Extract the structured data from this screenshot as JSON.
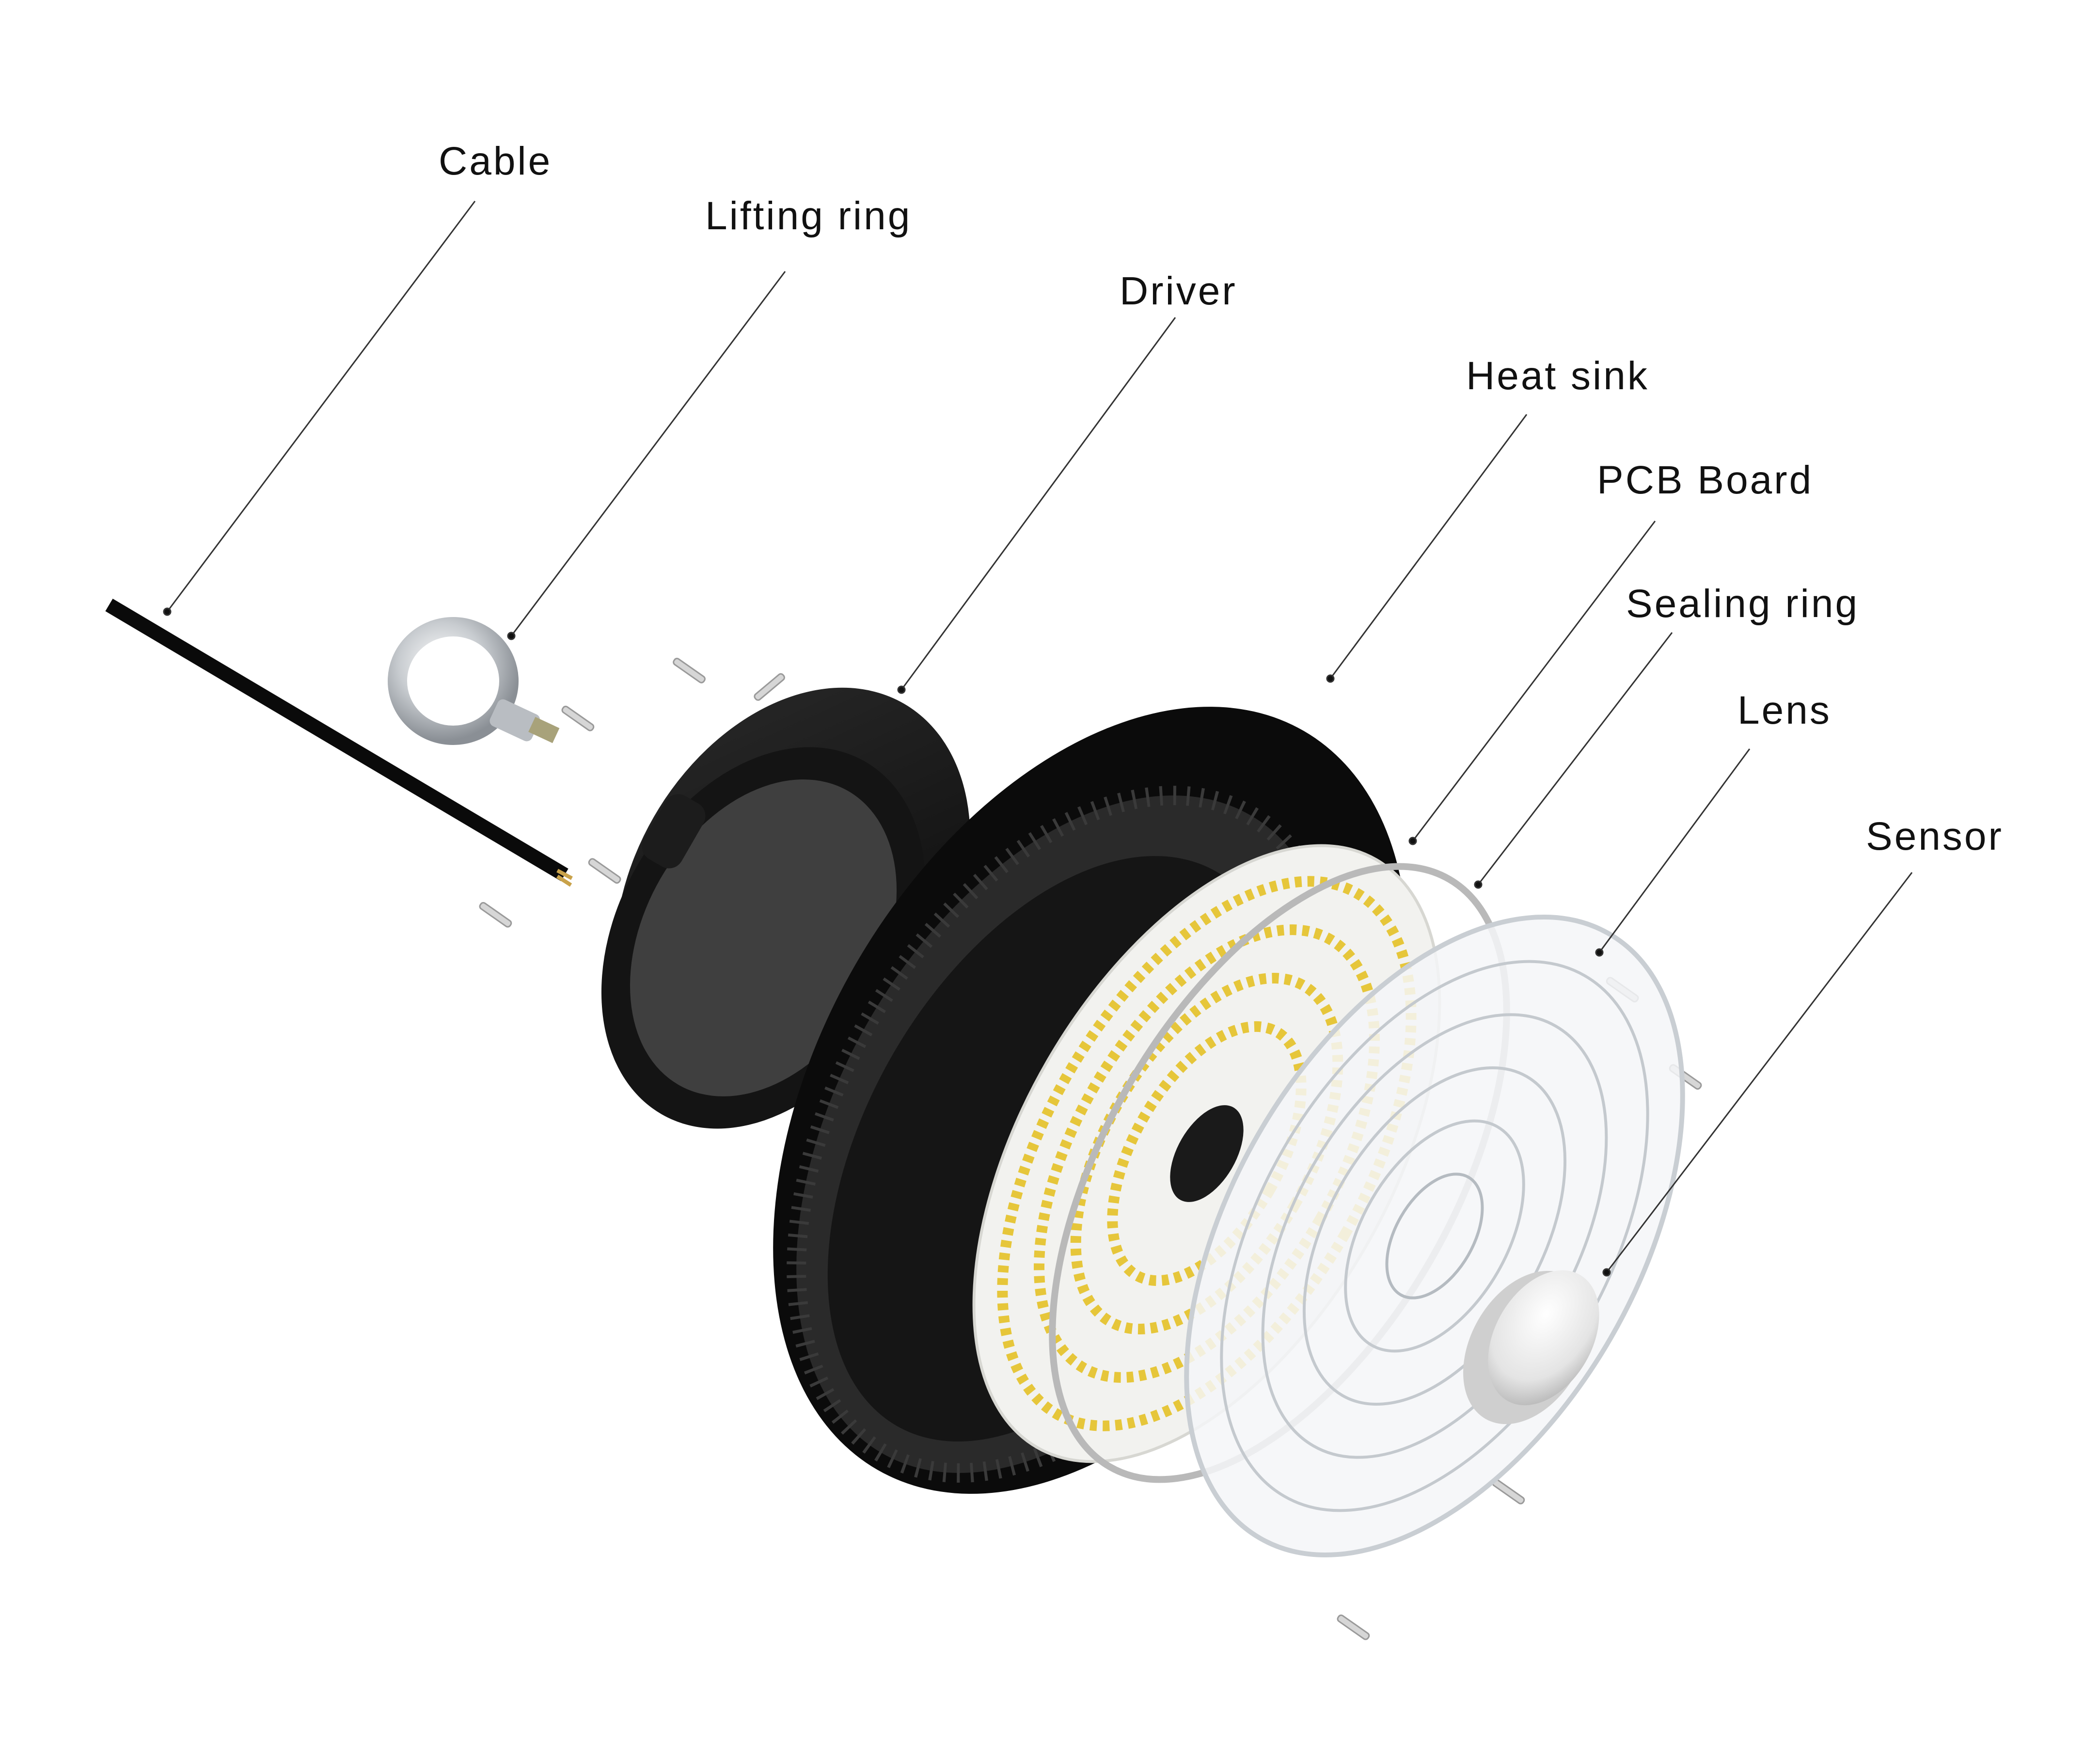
{
  "labels": {
    "cable": "Cable",
    "lifting_ring": "Lifting ring",
    "driver": "Driver",
    "heat_sink": "Heat sink",
    "pcb_board": "PCB Board",
    "sealing_ring": "Sealing ring",
    "lens": "Lens",
    "sensor": "Sensor"
  },
  "colors": {
    "background": "#ffffff",
    "housing": "#111111",
    "led": "#e6c63a",
    "pcb": "#f2f2ef",
    "leader_line": "#333333",
    "metal": "#c8ccd0"
  }
}
